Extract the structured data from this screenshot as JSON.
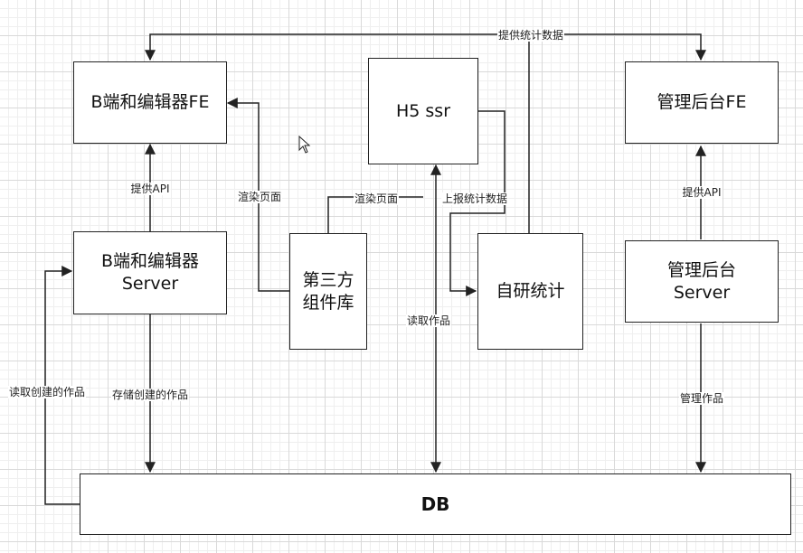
{
  "nodes": {
    "b_fe": "B端和编辑器FE",
    "h5": "H5 ssr",
    "admin_fe": "管理后台FE",
    "b_server": "B端和编辑器\nServer",
    "component_lib": "第三方\n组件库",
    "self_stats": "自研统计",
    "admin_server": "管理后台\nServer",
    "db": "DB"
  },
  "edges": {
    "provide_stats": "提供统计数据",
    "provide_api_b": "提供API",
    "render_page_left": "渲染页面",
    "render_page_mid": "渲染页面",
    "report_stats": "上报统计数据",
    "provide_api_admin": "提供API",
    "read_works": "读取作品",
    "read_created_works": "读取创建的作品",
    "store_created_works": "存储创建的作品",
    "manage_works": "管理作品"
  },
  "colors": {
    "line": "#222222"
  }
}
